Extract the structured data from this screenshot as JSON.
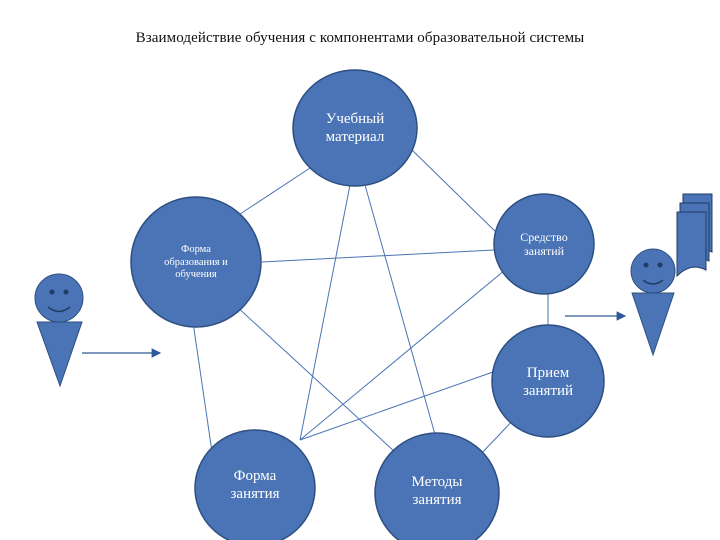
{
  "title": "Взаимодействие обучения с компонентами образовательной системы",
  "colors": {
    "node_fill": "#4a74b5",
    "node_stroke": "#2e4f82",
    "edge": "#4a74b5",
    "arrow": "#2e5a99",
    "figure_fill": "#4a74b5"
  },
  "nodes": {
    "uchebny_material": "Учебный\nматериал",
    "sredstvo_zanyatiy": "Средство\nзанятий",
    "forma_obrazovaniya": "Форма\nобразования и\nобучения",
    "priem_zanyatiy": "Прием\nзанятий",
    "forma_zanyatiya": "Форма\nзанятия",
    "metody_zanyatiya": "Методы\nзанятия"
  },
  "icons": {
    "left_person": "student-figure-icon",
    "right_person": "teacher-figure-icon",
    "documents": "documents-stack-icon",
    "left_arrow": "arrow-right-icon",
    "right_arrow": "arrow-right-icon"
  }
}
